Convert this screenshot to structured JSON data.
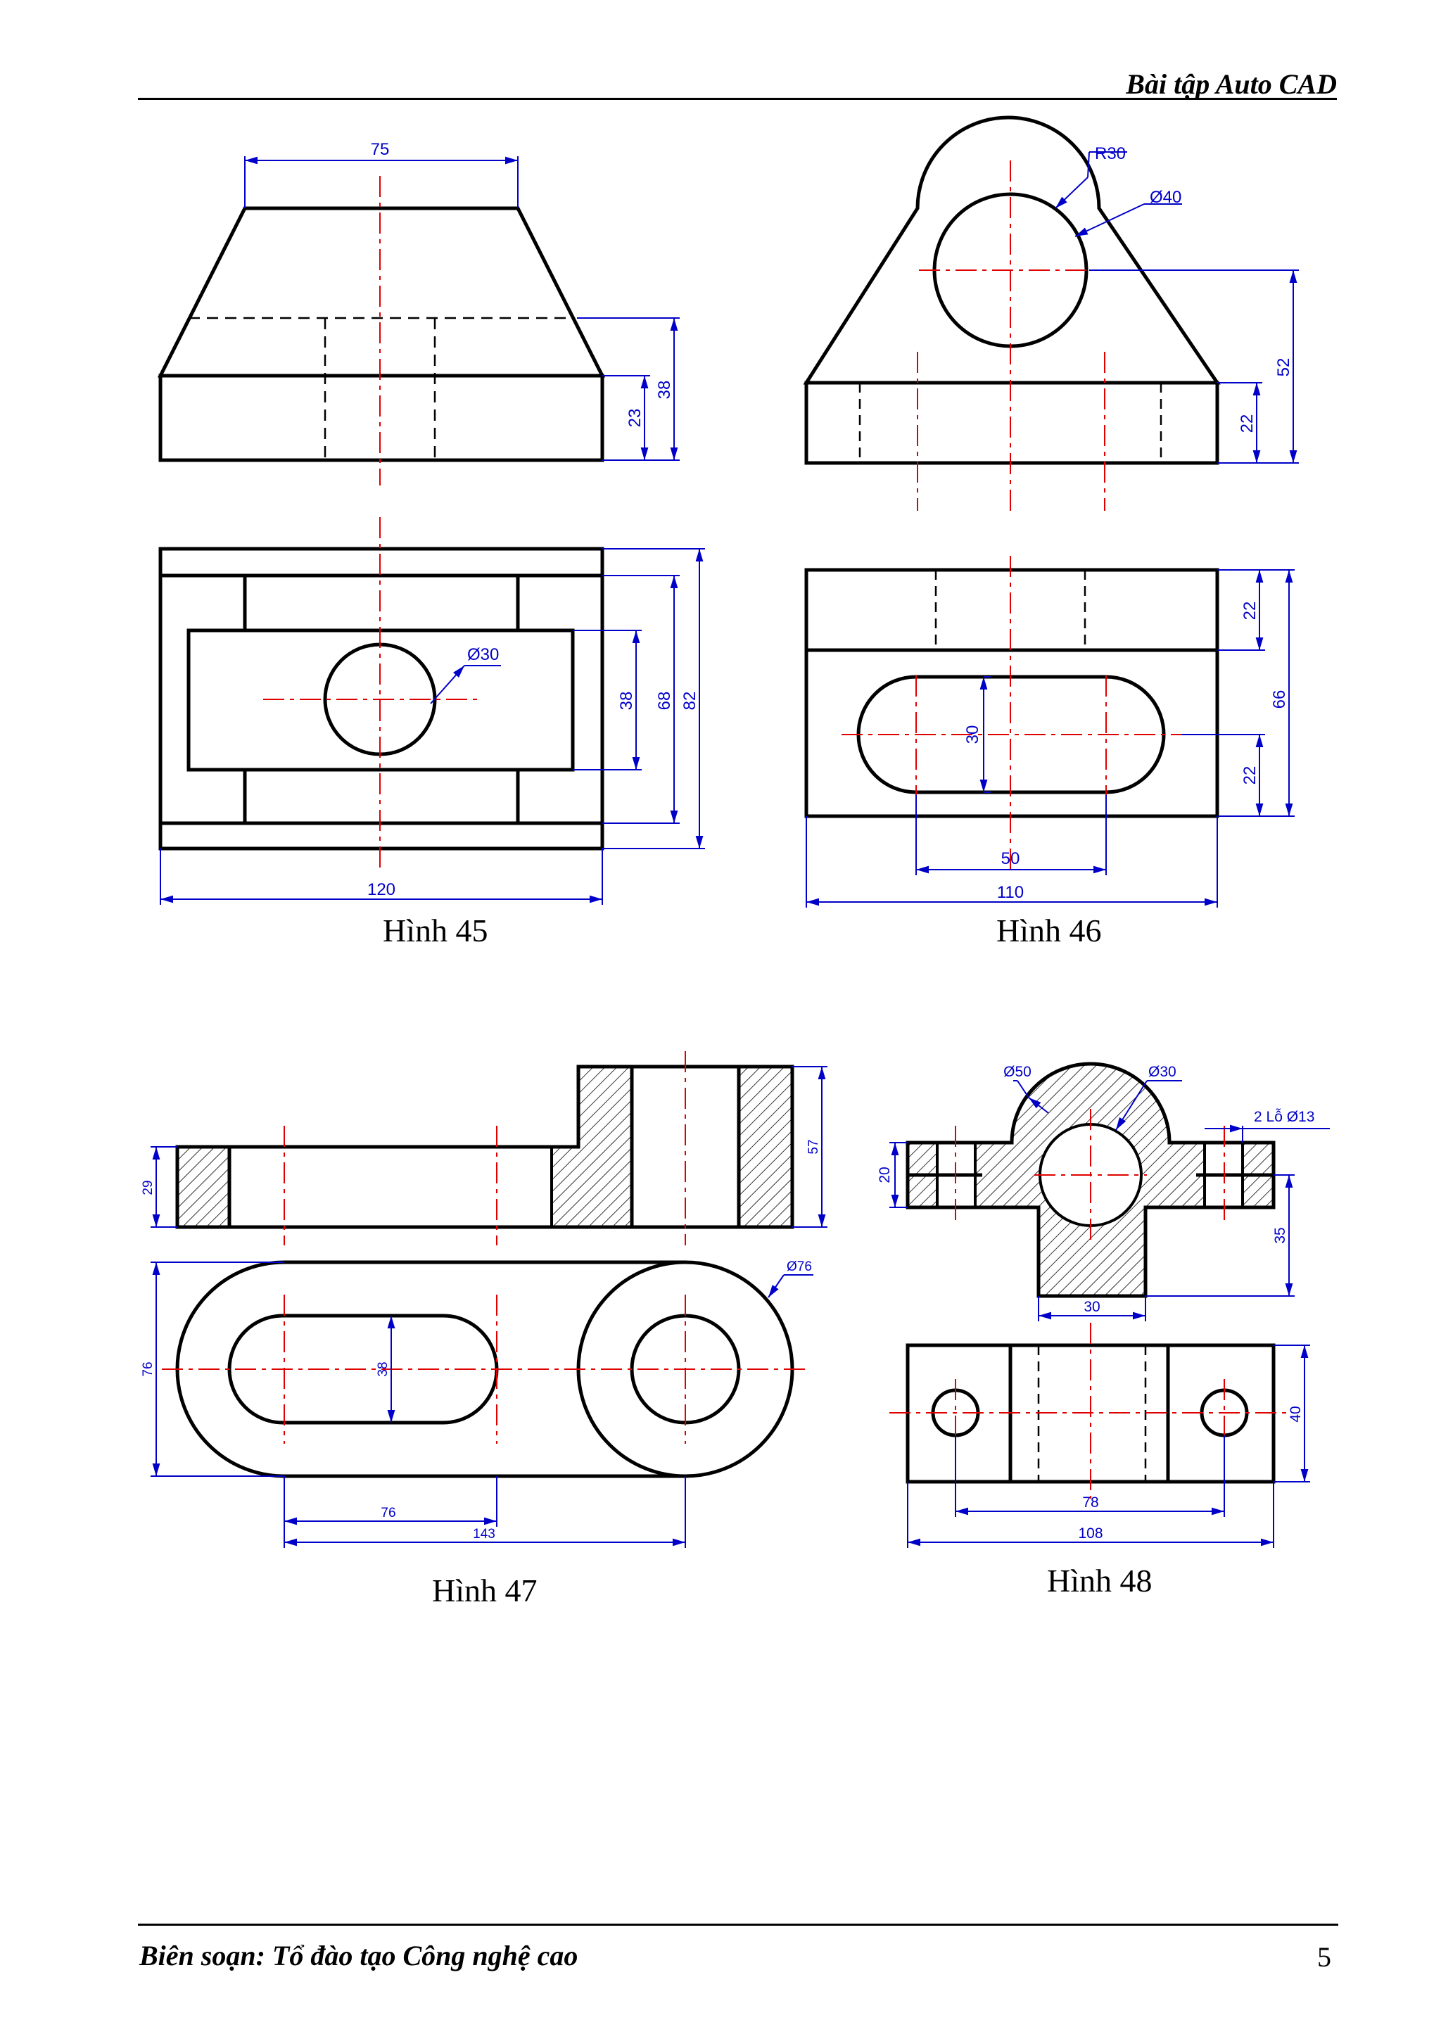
{
  "header": {
    "title": "Bài tập Auto CAD"
  },
  "footer": {
    "author": "Biên soạn: Tổ đào tạo Công nghệ cao",
    "page_number": "5"
  },
  "colors": {
    "outline": "#000000",
    "centerline": "#e00000",
    "dimension": "#0000c8"
  },
  "figures": [
    {
      "caption": "Hình 45",
      "dims": {
        "top_width": "75",
        "h_base": "23",
        "h_total": "38",
        "hole": "Ø30",
        "inner": "38",
        "mid": "68",
        "depth": "82",
        "width": "120"
      }
    },
    {
      "caption": "Hình 46",
      "dims": {
        "radius": "R30",
        "hole": "Ø40",
        "h_center": "52",
        "h_base": "22",
        "top_band": "22",
        "slot_width": "30",
        "depth": "66",
        "bottom_band": "22",
        "slot_len": "50",
        "width": "110"
      }
    },
    {
      "caption": "Hình 47",
      "dims": {
        "base_h": "29",
        "total_h": "57",
        "depth": "76",
        "slot_w": "38",
        "boss": "Ø76",
        "slot_len": "76",
        "centers": "143"
      }
    },
    {
      "caption": "Hình 48",
      "dims": {
        "boss": "Ø50",
        "bore": "Ø30",
        "holes": "2 Lỗ Ø13",
        "flange_h": "20",
        "center_h": "35",
        "foot_w": "30",
        "depth": "40",
        "hole_spacing": "78",
        "width": "108"
      }
    }
  ]
}
